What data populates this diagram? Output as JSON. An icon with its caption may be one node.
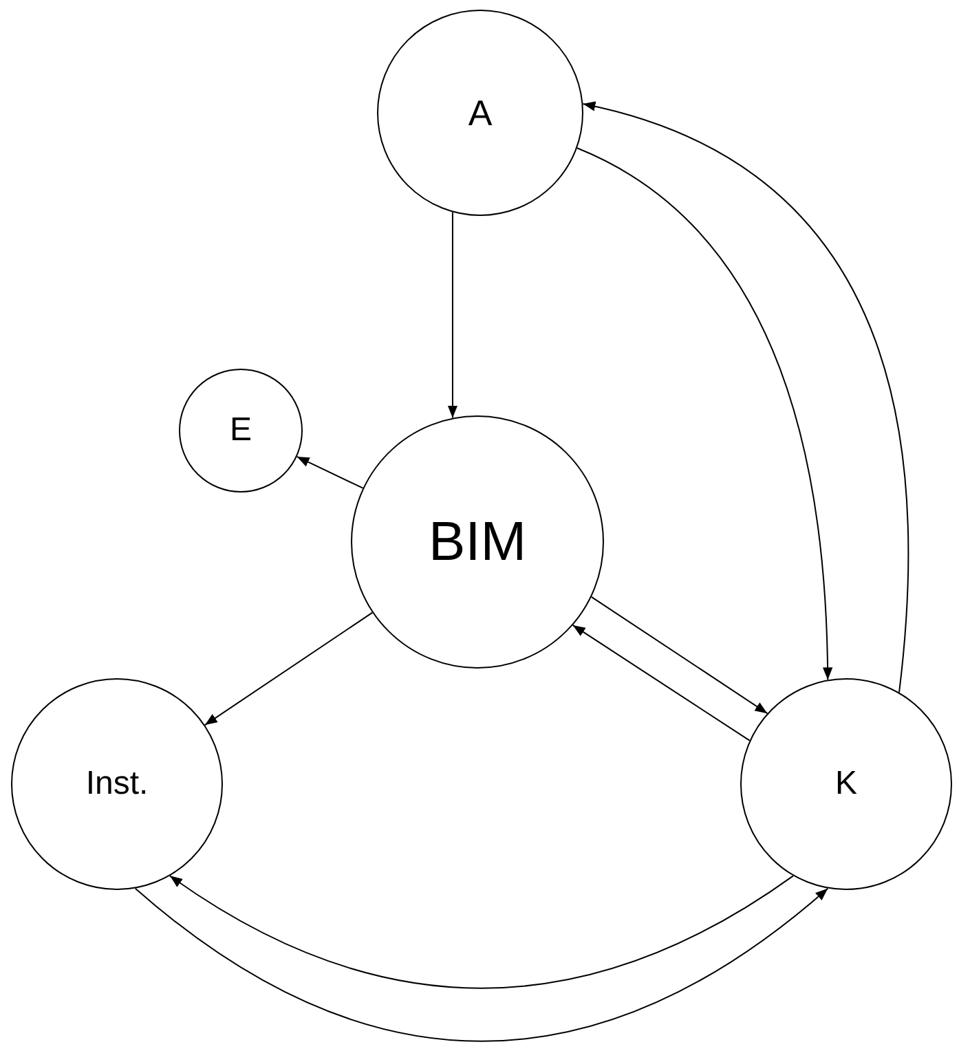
{
  "diagram": {
    "nodes": [
      {
        "text": [
          "A"
        ]
      },
      {
        "text": [
          "E"
        ]
      },
      {
        "text": [
          "BIM"
        ]
      },
      {
        "text": [
          "Inst."
        ]
      },
      {
        "text": [
          "K"
        ]
      }
    ],
    "edges": [
      {
        "from": 0,
        "to": 2,
        "arrow": "to"
      },
      {
        "from": 2,
        "to": 1,
        "arrow": "to"
      },
      {
        "from": 2,
        "to": 3,
        "arrow": "to"
      },
      {
        "from": 2,
        "to": 4,
        "arrow": "to"
      },
      {
        "from": 4,
        "to": 2,
        "arrow": "to"
      },
      {
        "from": 0,
        "to": 4,
        "arrow": "to"
      },
      {
        "from": 4,
        "to": 0,
        "arrow": "to"
      },
      {
        "from": 4,
        "to": 3,
        "arrow": "to"
      },
      {
        "from": 3,
        "to": 4,
        "arrow": "to"
      }
    ]
  }
}
